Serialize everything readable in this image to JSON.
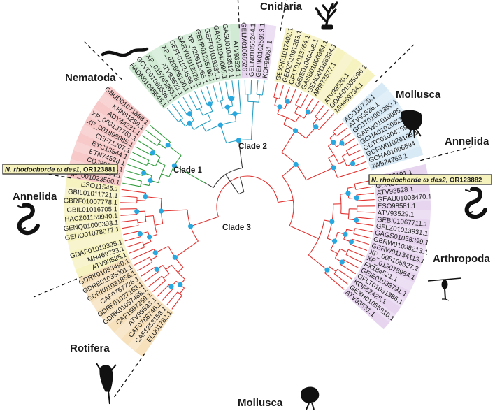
{
  "groups": [
    {
      "key": "nematoda",
      "label": "Nematoda",
      "color": "#f7c6c6",
      "branch": "#2e9b3a",
      "leaves": [
        "NP_001023560.1",
        "CAB05304.1",
        "CDJ88238.1",
        "ETN74528.1",
        "EYC13544.1",
        "CEF71207.1",
        "XP_001898085.1",
        "XP_003137761.1",
        "ADY44231.1",
        "KHN81259.1",
        "GBUD01071888.1"
      ]
    },
    {
      "key": "cnidaria",
      "label": "Cnidaria",
      "color": "#cde9d1",
      "branch": "#2aa0c4",
      "leaves": [
        "HADN01045545.1",
        "GCVO01060536.1",
        "XP_015765263.1",
        "ATV93523.1",
        "XP_020605190.1",
        "GEFF01024596.1",
        "GARY01012328.1",
        "XP_020612965.1",
        "GEHP01235798.1",
        "GEFF01019331.1",
        "GARV01040095.1",
        "GASU01043512.1",
        "ATV93524.1"
      ]
    },
    {
      "key": "mollusca_top",
      "label": "Mollusca",
      "color": "#e6d3ef",
      "branch": "#2aa0c4",
      "leaves": [
        "GELM01066526.1",
        "GELN01056244.1",
        "GEHK01025913.1",
        "KOF99091.1"
      ]
    },
    {
      "key": "annelida_right",
      "label": "Annelida",
      "color": "#f5f2bd",
      "branch": "#e0322f",
      "leaves": [
        "GEXH01017402.1",
        "GEDZ01091283.1",
        "GFLT01013764.1",
        "GEIE01040408.1",
        "GASB01000384.1",
        "GEHO01168334.1",
        "ARR73577.1",
        "N. rhodochorde ω des2, OR123882",
        "ATV93530.1",
        "GDAF01005096.1",
        "MH469734.1"
      ]
    },
    {
      "key": "arthropoda",
      "label": "Arthropoda",
      "color": "#d6e9f5",
      "branch": "#e0322f",
      "leaves": [
        "ACO10720.1",
        "ATV93526.1",
        "GCJT01001360.1",
        "GARW01010085",
        "GCHA01020625",
        "GBTC01004759.1",
        "GDFW01026168.1",
        "GCHA01006594",
        "JW524768.1"
      ]
    },
    {
      "key": "mollusca_bottom",
      "label": "Mollusca",
      "color": "#e6d3ef",
      "branch": "#e0322f",
      "leaves": [
        "ESO96191.1",
        "GDAS01035925",
        "ATV93528.1",
        "GEAU01003470.1",
        "ESO98581.1",
        "ATV93529.1",
        "GEBI01067711.1",
        "GFLZ01013931.1",
        "GAGS01058399.1",
        "GBRW01038213.1",
        "GBRW01134113.1",
        "XP_005105327.2",
        "XP_013078984.1",
        "FX184521.1",
        "GEIE01033791.1",
        "GFLT01031386.1",
        "KOF62428.1",
        "GEXH01055810.1",
        "ATV93531.1"
      ]
    },
    {
      "key": "rotifera",
      "label": "Rotifera",
      "color": "#f6dfb8",
      "branch": "#e0322f",
      "leaves": [
        "GDRK01053490.1",
        "GDRE01035001.1",
        "GDRK01031858.1",
        "CAF0757726.1",
        "GDRF01027153.1",
        "GDRK01057488.1",
        "CAF1597259.1",
        "ATV93533.1",
        "CAF0786746.1",
        "CAF1253153.1",
        "ELU01782.1"
      ]
    },
    {
      "key": "annelida_left",
      "label": "Annelida",
      "color": "#f5f2bd",
      "branch": "#e0322f",
      "leaves": [
        "ESO11545.1",
        "GBIL01011721.1",
        "GBRF01007778.1",
        "GBIL01016705.1",
        "HACZ01159940.1",
        "GENQ01000393.1",
        "GEHO01078077.1",
        "N. rhodochorde ω des1, OR123881",
        "GDAF01019395.1",
        "MH469733.1",
        "ATV93525.1"
      ]
    }
  ],
  "clades": {
    "clade1": "Clade 1",
    "clade2": "Clade 2",
    "clade3": "Clade 3"
  },
  "boxed_labels": {
    "des1": {
      "species": "N. rhodochorde ω des1",
      "accession": ", OR123881"
    },
    "des2": {
      "species": "N. rhodochorde ω des2",
      "accession": ", OR123882"
    }
  },
  "colors": {
    "clade1_branch": "#2e9b3a",
    "clade2_branch": "#2aa0c4",
    "clade3_branch": "#e0322f",
    "root_branch": "#333333",
    "node_dot": "#29a8e0"
  },
  "icons": {
    "nematoda": "worm-icon",
    "cnidaria": "coral-icon",
    "mollusca_top": "squid-icon",
    "annelida_right": "polychaete-icon",
    "arthropoda": "copepod-icon",
    "mollusca_bottom": "squid-icon",
    "rotifera": "rotifer-icon",
    "annelida_left": "polychaete-icon"
  }
}
